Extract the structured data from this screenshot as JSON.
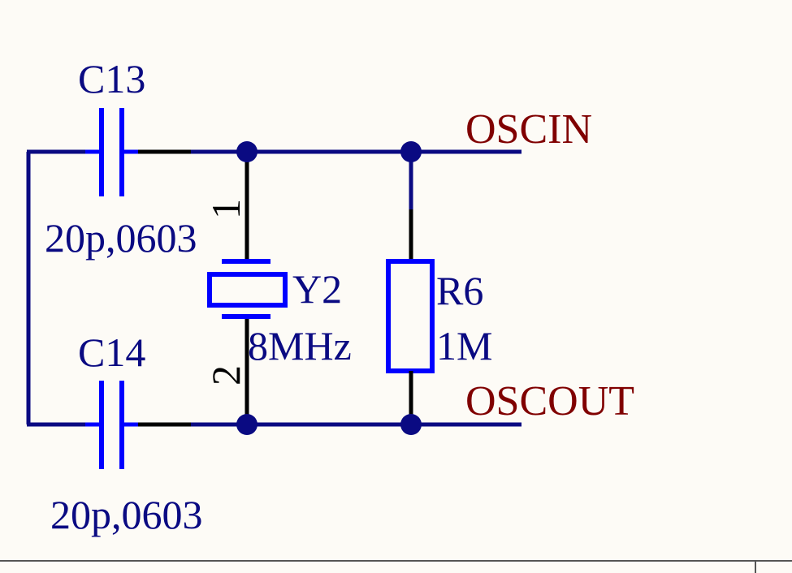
{
  "colors": {
    "background": "#fdfbf6",
    "wire": "#0a0a82",
    "component_body": "#0000ff",
    "pin_lead": "#000000",
    "designator_text": "#0a0a82",
    "net_label_text": "#800000",
    "junction": "#0a0a82",
    "frame_line": "#555555"
  },
  "components": {
    "c13": {
      "designator": "C13",
      "value": "20p,0603"
    },
    "c14": {
      "designator": "C14",
      "value": "20p,0603"
    },
    "y2": {
      "designator": "Y2",
      "value": "8MHz",
      "pin1": "1",
      "pin2": "2"
    },
    "r6": {
      "designator": "R6",
      "value": "1M"
    }
  },
  "nets": {
    "top": "OSCIN",
    "bottom": "OSCOUT"
  }
}
